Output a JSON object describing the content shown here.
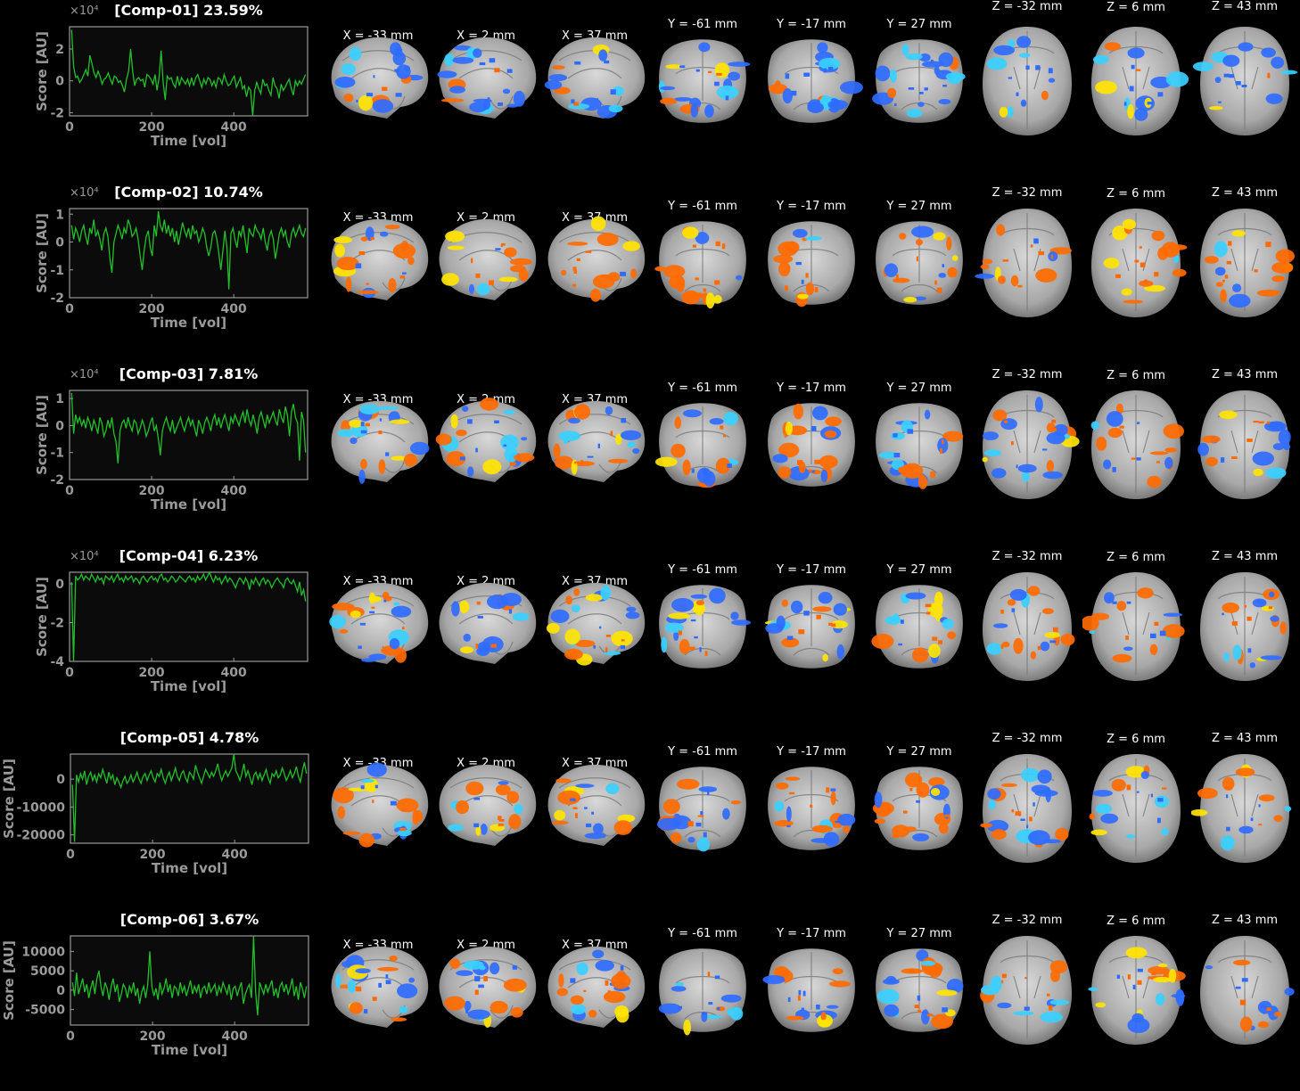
{
  "colors": {
    "trace": "#22c02a",
    "axis": "#9a9a9a",
    "background": "#000000",
    "positive": "#ff6a00",
    "positive_hi": "#ffe400",
    "negative": "#2f6bff",
    "negative_hi": "#3ad0ff"
  },
  "slice_labels": [
    "X = -33 mm",
    "X = 2 mm",
    "X = 37 mm",
    "Y = -61 mm",
    "Y = -17 mm",
    "Y = 27 mm",
    "Z = -32 mm",
    "Z = 6 mm",
    "Z = 43 mm"
  ],
  "chart_data": [
    {
      "type": "line",
      "title": "[Comp-01] 23.59%",
      "xlabel": "Time [vol]",
      "ylabel": "Score [AU]",
      "exponent": "×10⁴",
      "xlim": [
        0,
        580
      ],
      "ylim": [
        -2.2,
        3.4
      ],
      "xticks": [
        0,
        200,
        400
      ],
      "yticks": [
        2,
        0,
        -2
      ],
      "ytick_labels": [
        "2",
        "0",
        "-2"
      ],
      "series": [
        {
          "values": [
            3.2,
            0.9,
            0.2,
            0.3,
            -0.1,
            0.1,
            0.4,
            0.7,
            0.3,
            1.6,
            1.1,
            0.5,
            0.2,
            0.6,
            0.3,
            -0.2,
            0.1,
            0.2,
            0.5,
            0.1,
            -0.2,
            0.3,
            0.2,
            -0.1,
            0.0,
            -0.3,
            -0.7,
            0.1,
            0.6,
            2.0,
            0.6,
            -0.3,
            0.1,
            0.2,
            0.0,
            0.1,
            -0.4,
            0.4,
            0.3,
            0.1,
            -0.2,
            0.4,
            -0.6,
            0.2,
            1.9,
            -0.1,
            -1.2,
            0.3,
            0.1,
            0.2,
            -0.2,
            -0.4,
            0.3,
            -0.3,
            0.2,
            0.0,
            -0.2,
            0.1,
            -0.3,
            0.2,
            -0.3,
            0.2,
            0.4,
            0.0,
            -0.4,
            0.1,
            -0.2,
            0.2,
            0.1,
            -0.3,
            0.0,
            -0.4,
            0.2,
            0.1,
            -0.2,
            0.4,
            0.0,
            -0.3,
            -0.2,
            0.1,
            0.3,
            -0.4,
            -0.1,
            0.2,
            -0.5,
            -0.3,
            -1.0,
            -0.4,
            -0.6,
            -2.2,
            -0.6,
            -0.1,
            -0.5,
            -0.8,
            0.1,
            -0.3,
            -0.2,
            -0.6,
            -0.9,
            0.2,
            -0.3,
            -0.5,
            -1.1,
            -0.2,
            -0.6,
            -0.4,
            -0.1,
            0.1,
            -0.5,
            -0.9,
            0.0,
            -0.3,
            0.0,
            -0.2,
            0.1,
            0.4
          ]
        }
      ]
    },
    {
      "type": "line",
      "title": "[Comp-02] 10.74%",
      "xlabel": "Time [vol]",
      "ylabel": "Score [AU]",
      "exponent": "×10⁴",
      "xlim": [
        0,
        580
      ],
      "ylim": [
        -2,
        1.2
      ],
      "xticks": [
        0,
        200,
        400
      ],
      "yticks": [
        1,
        0,
        -1,
        -2
      ],
      "ytick_labels": [
        "1",
        "0",
        "-1",
        "-2"
      ],
      "series": [
        {
          "values": [
            0.6,
            0.1,
            0.5,
            0.3,
            0.0,
            0.4,
            0.6,
            0.2,
            -0.1,
            0.5,
            0.3,
            0.8,
            0.2,
            0.4,
            0.1,
            -0.3,
            0.3,
            0.5,
            0.2,
            -0.6,
            -1.1,
            0.0,
            0.3,
            0.6,
            0.4,
            0.1,
            0.5,
            0.3,
            0.8,
            0.6,
            0.2,
            0.3,
            0.5,
            0.1,
            -0.5,
            -1.0,
            -0.3,
            0.2,
            0.4,
            -0.2,
            -0.5,
            0.6,
            0.2,
            1.1,
            0.6,
            0.4,
            0.8,
            0.3,
            0.6,
            0.2,
            0.5,
            0.0,
            0.4,
            -0.1,
            0.3,
            0.7,
            0.4,
            0.2,
            0.5,
            0.1,
            0.6,
            0.3,
            0.4,
            0.0,
            0.2,
            0.5,
            0.3,
            -0.2,
            -0.5,
            -0.2,
            0.3,
            0.4,
            0.1,
            -0.4,
            -1.0,
            -0.3,
            0.4,
            -0.2,
            -1.7,
            0.3,
            0.5,
            0.1,
            -0.2,
            0.4,
            0.2,
            0.6,
            0.1,
            -0.4,
            0.5,
            0.3,
            0.2,
            0.6,
            0.4,
            0.3,
            0.1,
            0.5,
            0.0,
            -0.3,
            0.2,
            0.4,
            0.1,
            -0.6,
            -0.2,
            0.3,
            0.5,
            0.2,
            0.4,
            0.0,
            -0.2,
            0.3,
            0.5,
            0.2,
            0.4,
            0.6,
            0.3,
            0.2,
            0.5
          ]
        }
      ]
    },
    {
      "type": "line",
      "title": "[Comp-03] 7.81%",
      "xlabel": "Time [vol]",
      "ylabel": "Score [AU]",
      "exponent": "×10⁴",
      "xlim": [
        0,
        580
      ],
      "ylim": [
        -2,
        1.3
      ],
      "xticks": [
        0,
        200,
        400
      ],
      "yticks": [
        1,
        0,
        -1,
        -2
      ],
      "ytick_labels": [
        "1",
        "0",
        "-1",
        "-2"
      ],
      "series": [
        {
          "values": [
            1.2,
            -0.3,
            0.4,
            0.1,
            0.3,
            0.0,
            0.2,
            -0.1,
            0.3,
            0.1,
            -0.2,
            0.2,
            0.0,
            -0.3,
            0.3,
            0.1,
            -0.4,
            -0.2,
            0.2,
            -0.1,
            0.3,
            -0.3,
            -0.6,
            -1.4,
            -0.2,
            0.1,
            0.2,
            -0.1,
            0.3,
            0.0,
            -0.2,
            0.2,
            0.1,
            -0.3,
            -0.1,
            0.2,
            0.0,
            -0.4,
            -0.2,
            0.1,
            0.3,
            -0.2,
            0.0,
            -0.5,
            -1.1,
            -0.2,
            0.1,
            0.3,
            0.0,
            -0.2,
            0.2,
            -0.3,
            -0.1,
            0.1,
            0.3,
            0.0,
            -0.2,
            0.1,
            0.3,
            0.0,
            0.2,
            -0.1,
            -0.4,
            0.2,
            0.0,
            -0.3,
            0.1,
            0.3,
            0.1,
            -0.2,
            0.2,
            0.4,
            0.0,
            0.3,
            -0.1,
            0.2,
            0.4,
            0.1,
            -0.2,
            0.3,
            0.1,
            0.4,
            0.2,
            0.0,
            0.3,
            0.5,
            0.1,
            0.6,
            0.2,
            0.0,
            0.4,
            0.1,
            -0.3,
            0.3,
            0.5,
            0.2,
            -0.1,
            0.4,
            0.1,
            0.3,
            0.5,
            0.2,
            0.0,
            0.6,
            0.3,
            0.1,
            0.7,
            0.4,
            -0.4,
            0.5,
            0.8,
            0.3,
            0.1,
            -1.3,
            0.5,
            0.2,
            -1.0
          ]
        }
      ]
    },
    {
      "type": "line",
      "title": "[Comp-04] 6.23%",
      "xlabel": "Time [vol]",
      "ylabel": "Score [AU]",
      "exponent": "×10⁴",
      "xlim": [
        0,
        580
      ],
      "ylim": [
        -4,
        0.6
      ],
      "xticks": [
        0,
        200,
        400
      ],
      "yticks": [
        0,
        -2,
        -4
      ],
      "ytick_labels": [
        "0",
        "-2",
        "-4"
      ],
      "series": [
        {
          "values": [
            0.1,
            -4.0,
            0.4,
            0.2,
            0.3,
            0.5,
            0.2,
            0.4,
            0.3,
            0.2,
            0.5,
            0.3,
            0.1,
            0.4,
            0.2,
            0.3,
            0.0,
            0.4,
            0.3,
            0.2,
            0.4,
            0.1,
            0.3,
            0.5,
            0.2,
            0.3,
            0.1,
            0.4,
            0.2,
            0.3,
            0.4,
            0.1,
            0.3,
            0.2,
            0.0,
            0.3,
            0.4,
            0.2,
            0.1,
            0.3,
            0.4,
            0.2,
            0.3,
            0.1,
            0.4,
            0.5,
            0.2,
            0.3,
            0.1,
            0.2,
            0.4,
            0.3,
            0.1,
            0.2,
            0.4,
            0.3,
            0.2,
            0.1,
            0.3,
            0.4,
            0.2,
            0.3,
            0.1,
            0.4,
            0.2,
            0.3,
            0.5,
            0.2,
            0.4,
            0.6,
            0.3,
            0.1,
            0.4,
            0.2,
            0.3,
            0.0,
            0.2,
            0.4,
            0.1,
            0.3,
            0.2,
            0.0,
            -0.2,
            0.1,
            0.3,
            0.2,
            0.0,
            0.3,
            0.1,
            -0.3,
            0.2,
            0.0,
            0.3,
            0.1,
            -0.1,
            0.2,
            0.3,
            0.0,
            0.2,
            0.1,
            -0.2,
            0.0,
            0.2,
            0.3,
            0.1,
            0.0,
            -0.2,
            0.2,
            0.3,
            0.1,
            0.0,
            0.2,
            -0.1,
            -0.4,
            0.1,
            -0.6,
            -0.3,
            -0.9
          ]
        }
      ]
    },
    {
      "type": "line",
      "title": "[Comp-05] 4.78%",
      "xlabel": "Time [vol]",
      "ylabel": "Score [AU]",
      "exponent": "",
      "xlim": [
        0,
        580
      ],
      "ylim": [
        -23000,
        9000
      ],
      "xticks": [
        0,
        200,
        400
      ],
      "yticks": [
        0,
        -10000,
        -20000
      ],
      "ytick_labels": [
        "0",
        "-10000",
        "-20000"
      ],
      "series": [
        {
          "values": [
            -2000,
            -22500,
            1500,
            -1000,
            2000,
            0,
            3000,
            -2000,
            1000,
            2500,
            -500,
            1500,
            -1000,
            2000,
            500,
            3500,
            1000,
            -1500,
            2500,
            0,
            1500,
            -2000,
            500,
            -1000,
            -3000,
            -500,
            1000,
            -1500,
            -500,
            1500,
            -1000,
            500,
            2500,
            0,
            -1500,
            1000,
            2000,
            -500,
            1500,
            3000,
            500,
            -1000,
            2000,
            1000,
            3500,
            500,
            -1500,
            1000,
            2500,
            -500,
            1500,
            4000,
            1000,
            -500,
            2000,
            3000,
            500,
            -1000,
            2500,
            1500,
            0,
            5000,
            2500,
            500,
            -1500,
            1000,
            3500,
            2000,
            500,
            2500,
            1000,
            3000,
            5500,
            2000,
            -500,
            1500,
            3000,
            1000,
            2500,
            4000,
            9000,
            3000,
            1500,
            -500,
            2000,
            5500,
            1000,
            3000,
            500,
            -2000,
            1500,
            2500,
            0,
            2000,
            -500,
            1500,
            3500,
            500,
            -1500,
            2000,
            1000,
            3000,
            500,
            1500,
            4000,
            2000,
            -500,
            1000,
            3000,
            500,
            2000,
            4500,
            1000,
            -1000,
            3000,
            6000,
            2000
          ]
        }
      ]
    },
    {
      "type": "line",
      "title": "[Comp-06] 3.67%",
      "xlabel": "Time [vol]",
      "ylabel": "Score [AU]",
      "exponent": "",
      "xlim": [
        0,
        580
      ],
      "ylim": [
        -9000,
        14000
      ],
      "xticks": [
        0,
        200,
        400
      ],
      "yticks": [
        10000,
        5000,
        0,
        -5000
      ],
      "ytick_labels": [
        "10000",
        "5000",
        "0",
        "-5000"
      ],
      "series": [
        {
          "values": [
            2000,
            -1500,
            4500,
            -1000,
            1000,
            3000,
            -500,
            1500,
            -2000,
            500,
            2500,
            -1000,
            3000,
            5000,
            1000,
            -1500,
            2000,
            500,
            -2500,
            1000,
            3000,
            -500,
            1500,
            -3000,
            -1000,
            1500,
            500,
            -2000,
            1000,
            -500,
            2000,
            -1500,
            500,
            -3500,
            -500,
            1000,
            -2000,
            1500,
            10000,
            1000,
            -1500,
            500,
            -2500,
            2000,
            -1000,
            500,
            3000,
            -500,
            1500,
            -2000,
            1000,
            500,
            -1500,
            2000,
            -500,
            1000,
            -1500,
            500,
            2500,
            -1000,
            1000,
            -500,
            1500,
            -2000,
            500,
            1000,
            -1000,
            2000,
            -500,
            500,
            1500,
            -1500,
            1000,
            -500,
            2000,
            500,
            -1000,
            1500,
            -2500,
            500,
            1000,
            -1500,
            500,
            2000,
            -3500,
            -1000,
            500,
            1500,
            -2000,
            14000,
            -500,
            -6500,
            2000,
            500,
            -1000,
            1500,
            -500,
            1000,
            2500,
            -1500,
            500,
            -2000,
            1000,
            2000,
            -500,
            1500,
            -1000,
            500,
            3000,
            -1500,
            1000,
            -2500,
            2000,
            500,
            -2000,
            1000
          ]
        }
      ]
    }
  ]
}
